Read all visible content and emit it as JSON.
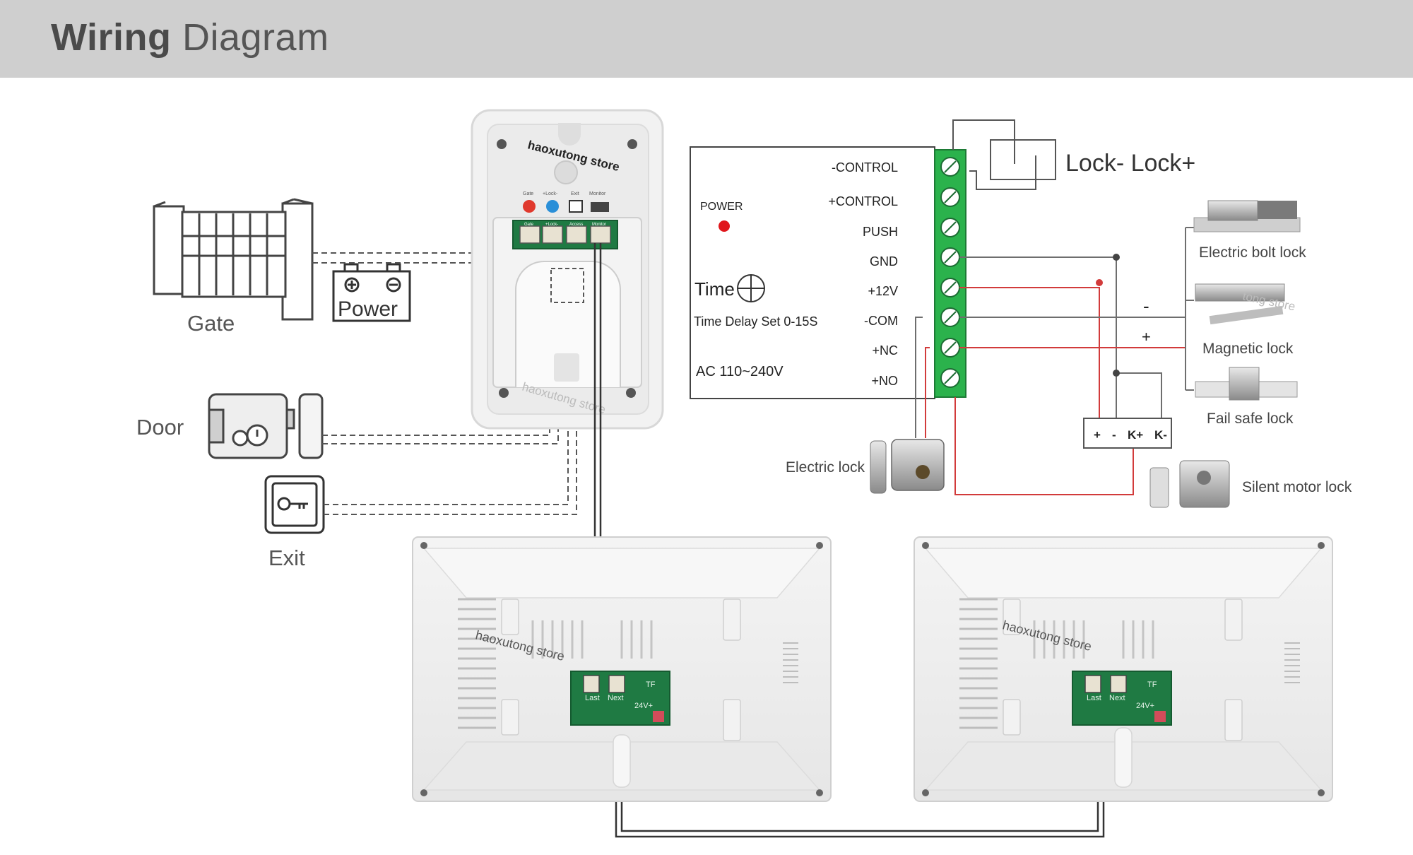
{
  "header": {
    "title_bold": "Wiring",
    "title_rest": "Diagram"
  },
  "left_devices": {
    "gate": "Gate",
    "power": "Power",
    "door": "Door",
    "exit": "Exit"
  },
  "outdoor_panel": {
    "watermark_top": "haoxutong store",
    "watermark_bottom": "haoxutong store",
    "port_labels": [
      "Gate",
      "+Lock-",
      "Exit",
      "Monitor"
    ],
    "socket_labels": [
      "Gate",
      "+Lock-",
      "Access",
      "Monitor"
    ]
  },
  "controller": {
    "power_label": "POWER",
    "time_label": "Time",
    "delay_label": "Time Delay Set 0-15S",
    "ac_label": "AC 110~240V",
    "terminals": [
      "-CONTROL",
      "+CONTROL",
      "PUSH",
      "GND",
      "+12V",
      "-COM",
      "+NC",
      "+NO"
    ]
  },
  "lock_terminal": {
    "minus_plus": "Lock-  Lock+"
  },
  "locks": {
    "electric_bolt": "Electric bolt lock",
    "magnetic": "Magnetic lock",
    "fail_safe": "Fail safe lock",
    "electric": "Electric lock",
    "silent_motor": "Silent motor lock",
    "watermark": "tong store"
  },
  "polarity": {
    "minus": "-",
    "plus": "+"
  },
  "motor_terminal": [
    "+",
    "-",
    "K+",
    "K-"
  ],
  "monitors": {
    "watermark": "haoxutong store",
    "board_labels": [
      "Last",
      "Next"
    ],
    "board_power": "24V+",
    "board_tf": "TF"
  },
  "colors": {
    "header_bg": "#cfcfcf",
    "green_board": "#1f7a43",
    "terminal_green": "#2bb24c",
    "red_wire": "#d23b3b",
    "power_dot": "#e0161b",
    "wire_gray": "#6e6e6e"
  }
}
